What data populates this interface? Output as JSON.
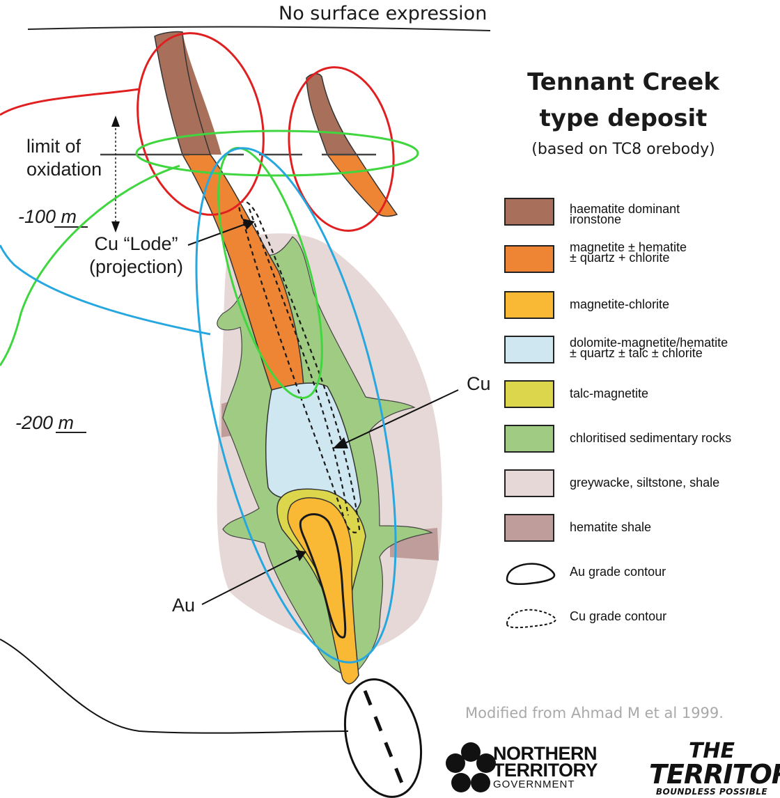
{
  "header": {
    "surface_label": "No surface expression",
    "title_line1": "Tennant Creek",
    "title_line2": "type deposit",
    "subtitle": "(based on TC8 orebody)"
  },
  "annotations": {
    "oxidation_line1": "limit of",
    "oxidation_line2": "oxidation",
    "depth_100": "-100 m",
    "depth_200": "-200 m",
    "lode_line1": "Cu “Lode”",
    "lode_line2": "(projection)",
    "cu": "Cu",
    "au": "Au"
  },
  "legend": {
    "items": [
      {
        "line1": "haematite  dominant",
        "line2": "ironstone",
        "color": "#a8705a"
      },
      {
        "line1": "magnetite  ± hematite",
        "line2": "± quartz  + chlorite",
        "color": "#ee8535"
      },
      {
        "line1": "magnetite-chlorite",
        "line2": "",
        "color": "#f9b935"
      },
      {
        "line1": "dolomite-magnetite/hematite",
        "line2": "± quartz  ± talc  ± chlorite",
        "color": "#cfe7f1"
      },
      {
        "line1": "talc-magnetite",
        "line2": "",
        "color": "#dcd64d"
      },
      {
        "line1": "chloritised sedimentary rocks",
        "line2": "",
        "color": "#9fcb83"
      },
      {
        "line1": "greywacke, siltstone,  shale",
        "line2": "",
        "color": "#e6d8d6"
      },
      {
        "line1": "hematite  shale",
        "line2": "",
        "color": "#bf9d9a"
      },
      {
        "line1": "Au grade contour",
        "line2": ""
      },
      {
        "line1": "Cu grade contour",
        "line2": ""
      }
    ]
  },
  "credit": "Modified from Ahmad M et al 1999.",
  "logos": {
    "nt_line1": "NORTHERN",
    "nt_line2": "TERRITORY",
    "nt_line3": "GOVERNMENT",
    "territory_line1": "THE",
    "territory_line2": "TERRITORY",
    "territory_line3": "BOUNDLESS POSSIBLE"
  },
  "colors": {
    "highlight_red": "#e02020",
    "highlight_green": "#3fd63f",
    "highlight_blue": "#27a7e0"
  }
}
